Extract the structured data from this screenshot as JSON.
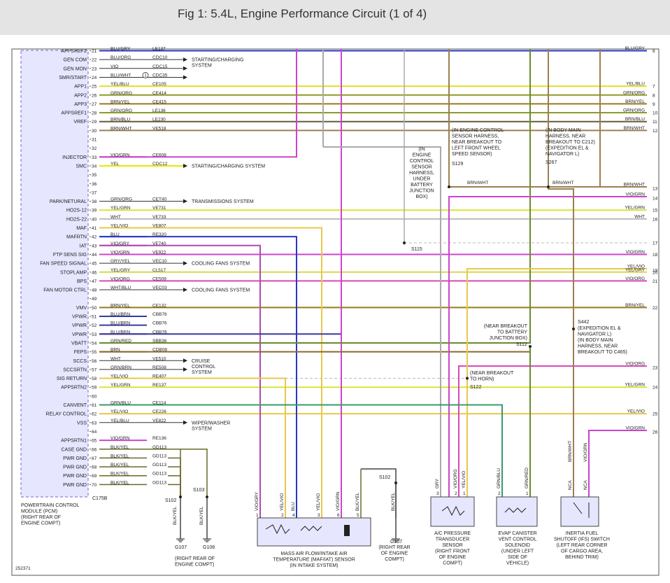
{
  "header": {
    "title": "Fig 1: 5.4L, Engine Performance Circuit (1 of 4)"
  },
  "diagram_id": "252371",
  "pcm": {
    "label_lines": [
      "POWERTRAIN CONTROL",
      "MODULE (PCM)",
      "(RIGHT REAR OF",
      "ENGINE COMPT)"
    ],
    "connector": "C175B",
    "pins": [
      {
        "name": "APPSREF2",
        "pin": "21",
        "color": "BLU/GRY",
        "circuit": "LE137",
        "lc": "#2a37c4",
        "w": 2,
        "rp": "6",
        "rl": "BLU/GRY",
        "lanes": []
      },
      {
        "name": "GEN COM",
        "pin": "22",
        "color": "BLU/ORG",
        "circuit": "CDC10",
        "lc": "#333",
        "w": 1,
        "arrow": true,
        "lanes": []
      },
      {
        "name": "GEN MON",
        "pin": "23",
        "color": "VIO",
        "circuit": "CDC15",
        "lc": "#333",
        "w": 1,
        "arrow": true,
        "lanes": []
      },
      {
        "name": "SMR/START",
        "pin": "24",
        "color": "BLU/WHT",
        "circuit": "CDC35",
        "lc": "#333",
        "w": 1,
        "arrow": true,
        "circ_note": "1",
        "lanes": []
      },
      {
        "name": "APP1",
        "pin": "25",
        "color": "YEL/BLU",
        "circuit": "CE105",
        "lc": "#e0e02a",
        "w": 2,
        "rp": "7",
        "rl": "YEL/BLU",
        "lanes": []
      },
      {
        "name": "APP2",
        "pin": "26",
        "color": "GRN/ORG",
        "circuit": "CE414",
        "lc": "#8f9a2a",
        "w": 2,
        "rp": "8",
        "rl": "GRN/ORG",
        "lanes": []
      },
      {
        "name": "APP3",
        "pin": "27",
        "color": "BRN/YEL",
        "circuit": "CE415",
        "lc": "#9a7a1a",
        "w": 2,
        "rp": "9",
        "rl": "BRN/YEL",
        "lanes": []
      },
      {
        "name": "APPSREF1",
        "pin": "28",
        "color": "GRN/ORG",
        "circuit": "LE136",
        "lc": "#8f9a2a",
        "w": 2,
        "rp": "10",
        "rl": "GRN/ORG",
        "lanes": []
      },
      {
        "name": "VREF",
        "pin": "29",
        "color": "BRN/BLU",
        "circuit": "LE230",
        "lc": "#6a5a3a",
        "w": 2,
        "rp": "11",
        "rl": "BRN/BLU",
        "lanes": []
      },
      {
        "name": "",
        "pin": "30",
        "color": "BRN/WHT",
        "circuit": "VE518",
        "lc": "#9a8050",
        "w": 2,
        "rp": "12",
        "rl": "BRN/WHT",
        "lanes": []
      },
      {
        "name": "",
        "pin": "31",
        "color": "",
        "circuit": "",
        "lc": "",
        "w": 0,
        "lanes": []
      },
      {
        "name": "",
        "pin": "32",
        "color": "",
        "circuit": "",
        "lc": "",
        "w": 0,
        "lanes": []
      },
      {
        "name": "INJECTOR",
        "pin": "33",
        "color": "VIO/GRN",
        "circuit": "CE608",
        "lc": "#cc44cc",
        "w": 2,
        "lanes": []
      },
      {
        "name": "SMC",
        "pin": "34",
        "color": "YEL",
        "circuit": "CDC12",
        "lc": "#e8e800",
        "w": 2,
        "arrow": true,
        "lanes": []
      },
      {
        "name": "",
        "pin": "35",
        "color": "",
        "circuit": "",
        "lc": "",
        "w": 0,
        "lanes": []
      },
      {
        "name": "",
        "pin": "36",
        "color": "",
        "circuit": "",
        "lc": "",
        "w": 0,
        "lanes": []
      },
      {
        "name": "",
        "pin": "37",
        "color": "",
        "circuit": "",
        "lc": "",
        "w": 0,
        "lanes": []
      },
      {
        "name": "PARK/NETURAL",
        "pin": "38",
        "color": "GRN/ORG",
        "circuit": "CET40",
        "lc": "#333",
        "w": 1,
        "arrow": true,
        "lanes": []
      },
      {
        "name": "HO2S-12",
        "pin": "39",
        "color": "YEL/GRN",
        "circuit": "VE731",
        "lc": "#d8e43a",
        "w": 2,
        "rp": "15",
        "rl": "YEL/GRN",
        "lanes": []
      },
      {
        "name": "HO2S-22",
        "pin": "40",
        "color": "WHT",
        "circuit": "VE733",
        "lc": "#bbbbbb",
        "w": 2,
        "rp": "16",
        "rl": "WHT",
        "lanes": []
      },
      {
        "name": "MAF",
        "pin": "41",
        "color": "YEL/VIO",
        "circuit": "VE807",
        "lc": "#e8c84a",
        "w": 2,
        "lanes": []
      },
      {
        "name": "MAFRTN",
        "pin": "42",
        "color": "BLU",
        "circuit": "RE320",
        "lc": "#2a37c4",
        "w": 2,
        "lanes": []
      },
      {
        "name": "IAT",
        "pin": "43",
        "color": "VIO/GRY",
        "circuit": "VE740",
        "lc": "#b04ab0",
        "w": 2,
        "lanes": []
      },
      {
        "name": "FTP SENS SIG",
        "pin": "44",
        "color": "VIO/GRN",
        "circuit": "VE922",
        "lc": "#cc44cc",
        "w": 2,
        "rp": "18",
        "rl": "VIO/GRN",
        "lanes": []
      },
      {
        "name": "FAN SPEED SIGNAL",
        "pin": "45",
        "color": "GRY/YEL",
        "circuit": "VEC10",
        "lc": "#333",
        "w": 1,
        "arrow": true,
        "lanes": []
      },
      {
        "name": "STOPLAMP",
        "pin": "46",
        "color": "YEL/GRY",
        "circuit": "CL517",
        "lc": "#d8d84a",
        "w": 2,
        "rp": "20",
        "rl": "YEL/GRY",
        "lanes": []
      },
      {
        "name": "BPS",
        "pin": "47",
        "color": "VIO/ORG",
        "circuit": "CE509",
        "lc": "#d84ab8",
        "w": 2,
        "rp": "21",
        "rl": "VIO/ORG",
        "lanes": []
      },
      {
        "name": "FAN MOTOR CTRL",
        "pin": "48",
        "color": "WHT/BLU",
        "circuit": "VEC03",
        "lc": "#333",
        "w": 1,
        "arrow": true,
        "lanes": []
      },
      {
        "name": "",
        "pin": "49",
        "color": "",
        "circuit": "",
        "lc": "",
        "w": 0,
        "lanes": []
      },
      {
        "name": "VMV",
        "pin": "50",
        "color": "BRN/YEL",
        "circuit": "CE132",
        "lc": "#9a7a1a",
        "w": 2,
        "rp": "22",
        "rl": "BRN/YEL",
        "lanes": []
      },
      {
        "name": "VPWR",
        "pin": "51",
        "color": "BLU/BRN",
        "circuit": "CBB76",
        "lc": "#3a3aa0",
        "w": 2,
        "lanes": []
      },
      {
        "name": "VPWR",
        "pin": "52",
        "color": "BLU/BRN",
        "circuit": "CBB76",
        "lc": "#3a3aa0",
        "w": 2,
        "lanes": []
      },
      {
        "name": "VPWR",
        "pin": "53",
        "color": "BLU/BRN",
        "circuit": "CBB76",
        "lc": "#3a3aa0",
        "w": 2,
        "lanes": []
      },
      {
        "name": "VBATT",
        "pin": "54",
        "color": "GRN/RED",
        "circuit": "SBB36",
        "lc": "#6a8a2a",
        "w": 2,
        "lanes": []
      },
      {
        "name": "FEPS",
        "pin": "55",
        "color": "BRN",
        "circuit": "CDB08",
        "lc": "#8a6a2a",
        "w": 2,
        "lanes": []
      },
      {
        "name": "SCCS",
        "pin": "56",
        "color": "WHT",
        "circuit": "VE510",
        "lc": "#333",
        "w": 1,
        "arrow": true,
        "lanes": []
      },
      {
        "name": "SCCSRTN",
        "pin": "57",
        "color": "GRN/BRN",
        "circuit": "RE508",
        "lc": "#333",
        "w": 1,
        "arrow": true,
        "lanes": []
      },
      {
        "name": "SIG RETURN",
        "pin": "58",
        "color": "YEL/VIO",
        "circuit": "RE407",
        "lc": "#e8c84a",
        "w": 2,
        "lanes": []
      },
      {
        "name": "APPSRTN2",
        "pin": "59",
        "color": "YEL/GRN",
        "circuit": "RE137",
        "lc": "#d8e43a",
        "w": 2,
        "rp": "24",
        "rl": "YEL/GRN",
        "lanes": []
      },
      {
        "name": "",
        "pin": "60",
        "color": "",
        "circuit": "",
        "lc": "",
        "w": 0,
        "lanes": []
      },
      {
        "name": "CANVENT",
        "pin": "61",
        "color": "GRN/BLU",
        "circuit": "CE114",
        "lc": "#3a9a6a",
        "w": 2,
        "lanes": []
      },
      {
        "name": "RELAY CONTROL",
        "pin": "62",
        "color": "YEL/VIO",
        "circuit": "CE226",
        "lc": "#e8c84a",
        "w": 2,
        "rp": "25",
        "rl": "YEL/VIO",
        "lanes": []
      },
      {
        "name": "VSS",
        "pin": "63",
        "color": "YEL/BLU",
        "circuit": "VE822",
        "lc": "#333",
        "w": 1,
        "arrow": true,
        "lanes": []
      },
      {
        "name": "",
        "pin": "64",
        "color": "",
        "circuit": "",
        "lc": "",
        "w": 0,
        "lanes": []
      },
      {
        "name": "APPSRTN1",
        "pin": "65",
        "color": "VIO/GRN",
        "circuit": "RE136",
        "lc": "#cc44cc",
        "w": 2,
        "lanes": []
      },
      {
        "name": "CASE GND",
        "pin": "66",
        "color": "BLK/YEL",
        "circuit": "GD113",
        "lc": "#6a6a2a",
        "w": 1.5,
        "lanes": []
      },
      {
        "name": "PWR GND",
        "pin": "67",
        "color": "BLK/YEL",
        "circuit": "GD113",
        "lc": "#6a6a2a",
        "w": 1.5,
        "lanes": []
      },
      {
        "name": "PWR GND",
        "pin": "68",
        "color": "BLK/YEL",
        "circuit": "GD113",
        "lc": "#6a6a2a",
        "w": 1.5,
        "lanes": []
      },
      {
        "name": "PWR GND",
        "pin": "69",
        "color": "BLK/YEL",
        "circuit": "GD113",
        "lc": "#6a6a2a",
        "w": 1.5,
        "lanes": []
      },
      {
        "name": "PWR GND",
        "pin": "70",
        "color": "BLK/YEL",
        "circuit": "GD113",
        "lc": "#6a6a2a",
        "w": 1.5,
        "lanes": []
      }
    ]
  },
  "arrow_labels": [
    {
      "pin": "22",
      "lines": [
        "STARTING/CHARGING",
        "SYSTEM"
      ]
    },
    {
      "pin": "34",
      "lines": [
        "STARTING/CHARGING SYSTEM"
      ]
    },
    {
      "pin": "38",
      "lines": [
        "TRANSMISSIONS SYSTEM"
      ]
    },
    {
      "pin": "45",
      "lines": [
        "COOLING FANS SYSTEM"
      ]
    },
    {
      "pin": "48",
      "lines": [
        "COOLING FANS SYSTEM"
      ]
    },
    {
      "pin": "56",
      "lines": [
        "CRUISE",
        "CONTROL",
        "SYSTEM"
      ]
    },
    {
      "pin": "63",
      "lines": [
        "WIPER/WASHER",
        "SYSTEM"
      ]
    }
  ],
  "right_only": [
    {
      "rp": "13",
      "rl": "BRN/WHT"
    },
    {
      "rp": "14",
      "rl": "VIO/GRN"
    },
    {
      "rp": "17",
      "rl": ""
    },
    {
      "rp": "19",
      "rl": "YEL/VIO"
    },
    {
      "rp": "23",
      "rl": "VIO/ORG"
    },
    {
      "rp": "26",
      "rl": "VIO/GRN"
    }
  ],
  "splices": {
    "s129": {
      "label": "S129",
      "note": [
        "(IN ENGINE CONTROL",
        "SENSOR HARNESS,",
        "NEAR BREAKOUT TO",
        "LEFT FRONT WHEEL",
        "SPEED SENSOR)"
      ],
      "wire": "BRN/WHT"
    },
    "s267": {
      "label": "S267",
      "note": [
        "(IN BODY MAIN",
        "HARNESS, NEAR",
        "BREAKOUT TO C212)",
        "(EXPEDITION EL &",
        "NAVIGATOR L)"
      ],
      "wire": "BRN/WHT"
    },
    "s115": {
      "label": "S115",
      "note": [
        "(IN",
        "ENGINE",
        "CONTROL",
        "SENSOR",
        "HARNESS,",
        "UNDER",
        "BATTERY",
        "JUNCTION",
        "BOX)"
      ]
    },
    "s112": {
      "label": "S112",
      "note": [
        "(NEAR BREAKOUT",
        "TO BATTERY",
        "JUNCTION BOX)"
      ]
    },
    "s122": {
      "label": "S122",
      "note": [
        "(NEAR BREAKOUT",
        "TO HORN)"
      ]
    },
    "s442": {
      "label": "S442",
      "note": [
        "(EXPEDITION EL &",
        "NAVIGATOR L)",
        "(IN BODY MAIN",
        "HARNESS, NEAR",
        "BREAKOUT TO C465)"
      ]
    },
    "s102": {
      "label": "S102"
    },
    "s103": {
      "label": "S103"
    },
    "s102b": {
      "label": "S102"
    }
  },
  "grounds": {
    "g107": {
      "label": "G107"
    },
    "g108": {
      "label": "G108"
    },
    "g107_note": [
      "(RIGHT REAR OF",
      "ENGINE COMPT)"
    ],
    "g107b": {
      "label": "G107",
      "note": [
        "(RIGHT REAR",
        "OF ENGINE",
        "COMPT)"
      ]
    },
    "gnd_wire1": "BLK/YEL",
    "gnd_wire2": "BLK/YEL",
    "gnd_wire3": "BLK/YEL"
  },
  "components": {
    "maf": {
      "label": [
        "MASS AIR FLOW/INTAKE AIR",
        "TEMPERATURE (MAF/IAT) SENSOR",
        "(IN INTAKE SYSTEM)"
      ],
      "wires": [
        "VIO/GRY",
        "YEL/VIO",
        "BLU",
        "YEL/VIO",
        "VIO/GRN",
        "BLK/YEL"
      ],
      "pins": [
        "1",
        "2",
        "4",
        "3",
        "6",
        "5"
      ]
    },
    "ac": {
      "label": [
        "A/C PRESSURE",
        "TRANSDUCER",
        "SENSOR",
        "(RIGHT FRONT",
        "OF ENGINE",
        "COMPT)"
      ],
      "wires": [
        "GRY",
        "VIO/ORG",
        "YEL/VIO"
      ],
      "pins": [
        "3",
        "2",
        "1"
      ]
    },
    "evap": {
      "label": [
        "EVAP CANISTER",
        "VENT CONTROL",
        "SOLENOID",
        "(UNDER LEFT",
        "SIDE OF",
        "VEHICLE)"
      ],
      "wires": [
        "GRN/BLU",
        "GRN/RED"
      ],
      "pins": [
        "2",
        "1"
      ]
    },
    "ifs": {
      "label": [
        "INERTIA FUEL",
        "SHUTOFF (IFS) SWITCH",
        "(LEFT REAR CORNER",
        "OF CARGO AREA,",
        "BEHIND TRIM)"
      ],
      "wires": [
        "BRN/WHT",
        "VIO/GRN"
      ],
      "pins": [
        "NCA",
        "NCA"
      ]
    }
  }
}
